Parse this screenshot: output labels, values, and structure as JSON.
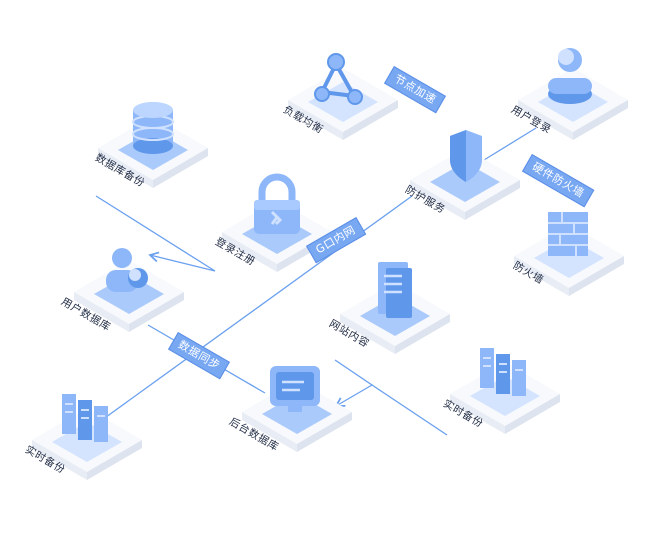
{
  "colors": {
    "line": "#6aa0ee",
    "platform_top": "#f7f9fc",
    "platform_left": "#e8edf5",
    "platform_right": "#dde4ef",
    "slab": "#9cc2fa",
    "slab_dark": "#74a4ee",
    "icon_light": "#cfe1ff",
    "icon_mid": "#8db7f8",
    "icon_dark": "#5f97eb",
    "tag_bg": "#79a8f2"
  },
  "nodes": {
    "database_backup": {
      "label": "数据库备份",
      "icon": "database-stack-icon"
    },
    "load_balancing": {
      "label": "负载均衡",
      "icon": "network-nodes-icon"
    },
    "user_login": {
      "label": "用户登录",
      "icon": "user-icon"
    },
    "login_register": {
      "label": "登录注册",
      "icon": "padlock-icon"
    },
    "ddos_protection": {
      "label": "防护服务",
      "icon": "shield-icon"
    },
    "user_database": {
      "label": "用户数据库",
      "icon": "users-icon"
    },
    "website_content": {
      "label": "网站内容",
      "icon": "document-icon"
    },
    "firewall": {
      "label": "防火墙",
      "icon": "brick-wall-icon"
    },
    "realtime_backup_left": {
      "label": "实时备份",
      "icon": "server-rack-icon"
    },
    "backend_database": {
      "label": "后台数据库",
      "icon": "monitor-icon"
    },
    "realtime_backup_right": {
      "label": "实时备份",
      "icon": "server-rack-icon"
    }
  },
  "tags": {
    "node_acceleration": "节点加速",
    "hardware_firewall": "硬件防火墙",
    "cdn_intranet": "G口内网",
    "data_sync": "数据同步"
  }
}
